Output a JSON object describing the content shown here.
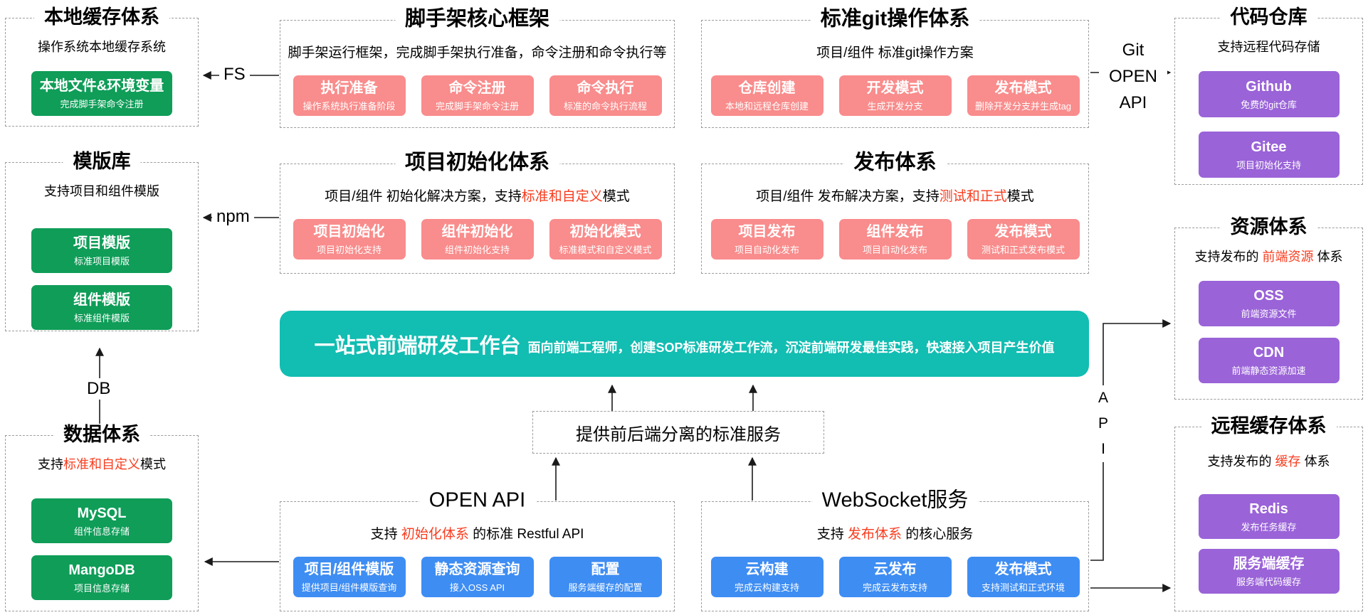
{
  "colors": {
    "pink": "#F98C8C",
    "green": "#0F9D58",
    "blue": "#3E8DF3",
    "purple": "#9A63D8",
    "teal": "#12BDB2",
    "accent-red": "#F83C1E",
    "line": "#1A1A1A"
  },
  "banner": {
    "title": "一站式前端研发工作台",
    "desc": "面向前端工程师，创建SOP标准研发工作流，沉淀前端研发最佳实践，快速接入项目产生价值"
  },
  "service_box": {
    "label": "提供前后端分离的标准服务"
  },
  "connectors": {
    "fs": "FS",
    "npm": "npm",
    "db": "DB",
    "git": [
      "Git",
      "OPEN",
      "API"
    ],
    "api": [
      "A",
      "P",
      "I"
    ]
  },
  "panels": {
    "local_cache": {
      "title": "本地缓存体系",
      "subtitle": {
        "pre": "操作系统本地缓存系统",
        "accent": "",
        "post": ""
      },
      "boxes": [
        {
          "title": "本地文件&环境变量",
          "sub": "完成脚手架命令注册"
        }
      ]
    },
    "template_lib": {
      "title": "模版库",
      "subtitle": {
        "pre": "支持项目和组件模版",
        "accent": "",
        "post": ""
      },
      "boxes": [
        {
          "title": "项目模版",
          "sub": "标准项目模版"
        },
        {
          "title": "组件模版",
          "sub": "标准组件模版"
        }
      ]
    },
    "data_system": {
      "title": "数据体系",
      "subtitle": {
        "pre": "支持",
        "accent": "标准和自定义",
        "post": "模式"
      },
      "boxes": [
        {
          "title": "MySQL",
          "sub": "组件信息存储"
        },
        {
          "title": "MangoDB",
          "sub": "项目信息存储"
        }
      ]
    },
    "scaffold": {
      "title": "脚手架核心框架",
      "subtitle": {
        "pre": "脚手架运行框架，完成脚手架执行准备，命令注册和命令执行等",
        "accent": "",
        "post": ""
      },
      "boxes": [
        {
          "title": "执行准备",
          "sub": "操作系统执行准备阶段"
        },
        {
          "title": "命令注册",
          "sub": "完成脚手架命令注册"
        },
        {
          "title": "命令执行",
          "sub": "标准的命令执行流程"
        }
      ]
    },
    "init_system": {
      "title": "项目初始化体系",
      "subtitle": {
        "pre": "项目/组件 初始化解决方案，支持",
        "accent": "标准和自定义",
        "post": "模式"
      },
      "boxes": [
        {
          "title": "项目初始化",
          "sub": "项目初始化支持"
        },
        {
          "title": "组件初始化",
          "sub": "组件初始化支持"
        },
        {
          "title": "初始化模式",
          "sub": "标准模式和自定义模式"
        }
      ]
    },
    "open_api": {
      "title": "OPEN API",
      "subtitle": {
        "pre": "支持 ",
        "accent": "初始化体系",
        "post": " 的标准 Restful API"
      },
      "boxes": [
        {
          "title": "项目/组件模版",
          "sub": "提供项目/组件模版查询"
        },
        {
          "title": "静态资源查询",
          "sub": "接入OSS API"
        },
        {
          "title": "配置",
          "sub": "服务端缓存的配置"
        }
      ]
    },
    "git_ops": {
      "title": "标准git操作体系",
      "subtitle": {
        "pre": "项目/组件 标准git操作方案",
        "accent": "",
        "post": ""
      },
      "boxes": [
        {
          "title": "仓库创建",
          "sub": "本地和远程仓库创建"
        },
        {
          "title": "开发模式",
          "sub": "生成开发分支"
        },
        {
          "title": "发布模式",
          "sub": "删除开发分支并生成tag"
        }
      ]
    },
    "publish_system": {
      "title": "发布体系",
      "subtitle": {
        "pre": "项目/组件 发布解决方案，支持",
        "accent": "测试和正式",
        "post": "模式"
      },
      "boxes": [
        {
          "title": "项目发布",
          "sub": "项目自动化发布"
        },
        {
          "title": "组件发布",
          "sub": "项目自动化发布"
        },
        {
          "title": "发布模式",
          "sub": "测试和正式发布模式"
        }
      ]
    },
    "websocket": {
      "title": "WebSocket服务",
      "subtitle": {
        "pre": "支持 ",
        "accent": "发布体系",
        "post": " 的核心服务"
      },
      "boxes": [
        {
          "title": "云构建",
          "sub": "完成云构建支持"
        },
        {
          "title": "云发布",
          "sub": "完成云发布支持"
        },
        {
          "title": "发布模式",
          "sub": "支持测试和正式环境"
        }
      ]
    },
    "code_repo": {
      "title": "代码仓库",
      "subtitle": {
        "pre": "支持远程代码存储",
        "accent": "",
        "post": ""
      },
      "boxes": [
        {
          "title": "Github",
          "sub": "免费的git仓库"
        },
        {
          "title": "Gitee",
          "sub": "项目初始化支持"
        }
      ]
    },
    "resource_system": {
      "title": "资源体系",
      "subtitle": {
        "pre": "支持发布的 ",
        "accent": "前端资源",
        "post": " 体系"
      },
      "boxes": [
        {
          "title": "OSS",
          "sub": "前端资源文件"
        },
        {
          "title": "CDN",
          "sub": "前端静态资源加速"
        }
      ]
    },
    "remote_cache": {
      "title": "远程缓存体系",
      "subtitle": {
        "pre": "支持发布的 ",
        "accent": "缓存",
        "post": " 体系"
      },
      "boxes": [
        {
          "title": "Redis",
          "sub": "发布任务缓存"
        },
        {
          "title": "服务端缓存",
          "sub": "服务端代码缓存"
        }
      ]
    }
  }
}
